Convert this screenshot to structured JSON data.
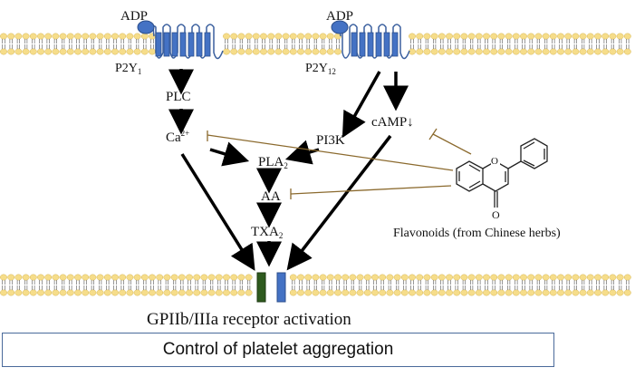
{
  "labels": {
    "adp_left": "ADP",
    "adp_right": "ADP",
    "p2y1_base": "P2Y",
    "p2y1_sub": "1",
    "p2y12_base": "P2Y",
    "p2y12_sub": "12",
    "plc": "PLC",
    "ca_base": "Ca",
    "ca_sup": "2+",
    "pi3k": "PI3K",
    "camp": "cAMP↓",
    "pla2_base": "PLA",
    "pla2_sub": "2",
    "aa": "AA",
    "txa2_base": "TXA",
    "txa2_sub": "2",
    "flavonoids": "Flavonoids (from Chinese herbs)",
    "flavone_o_ring": "O",
    "flavone_o_keto": "O",
    "gpiib": "GPIIb/IIIa  receptor activation"
  },
  "caption": {
    "text": "Control of platelet aggregation"
  },
  "colors": {
    "lipid_head": "#f6dd8a",
    "receptor": "#4472c4",
    "adp_ball": "#4472c4",
    "inhibition_line": "#8b6a2e",
    "gpiib_dark": "#2e5a1e",
    "caption_border": "#4a6a9a"
  }
}
